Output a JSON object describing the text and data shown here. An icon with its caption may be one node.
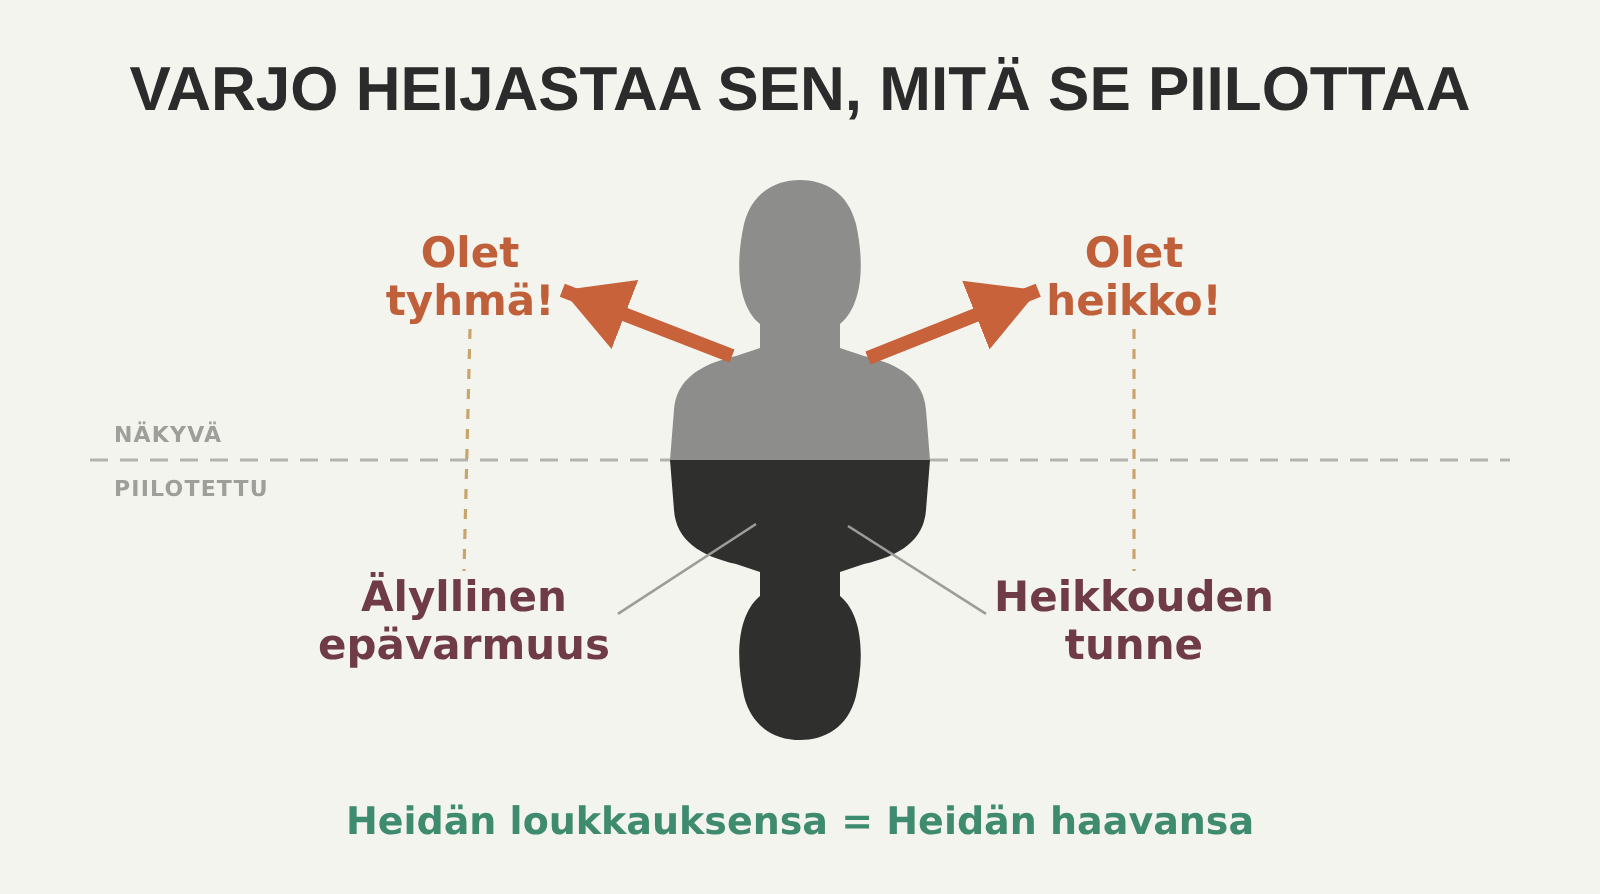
{
  "diagram": {
    "title": "VARJO HEIJASTAA SEN, MITÄ SE PIILOTTAA",
    "caption": "Heidän loukkauksensa = Heidän haavansa",
    "nodes": [
      {
        "text": [
          "Olet tyhmä!"
        ]
      },
      {
        "text": [],
        "shape": "person"
      },
      {
        "text": [
          "Olet heikko!"
        ]
      },
      {
        "text": [],
        "shape": "person"
      },
      {
        "text": [
          "Älyllinen epävarmuus"
        ]
      },
      {
        "text": [
          "Heikkouden tunne"
        ]
      }
    ],
    "edges": [
      {
        "from": 1,
        "to": 0,
        "arrow": "to",
        "style": "thick",
        "color": "#c8623b"
      },
      {
        "from": 1,
        "to": 2,
        "arrow": "to",
        "style": "thick",
        "color": "#c8623b"
      },
      {
        "from": 0,
        "to": 4,
        "arrow": "none",
        "style": "dashed",
        "color": "#c9a56e"
      },
      {
        "from": 2,
        "to": 5,
        "arrow": "none",
        "style": "dashed",
        "color": "#c9a56e"
      },
      {
        "from": 4,
        "to": 3,
        "arrow": "none",
        "color": "#9c9c98"
      },
      {
        "from": 5,
        "to": 3,
        "arrow": "none",
        "color": "#9c9c98"
      }
    ],
    "labels": [
      "NÄKYVÄ",
      "PIILOTETTU"
    ]
  }
}
